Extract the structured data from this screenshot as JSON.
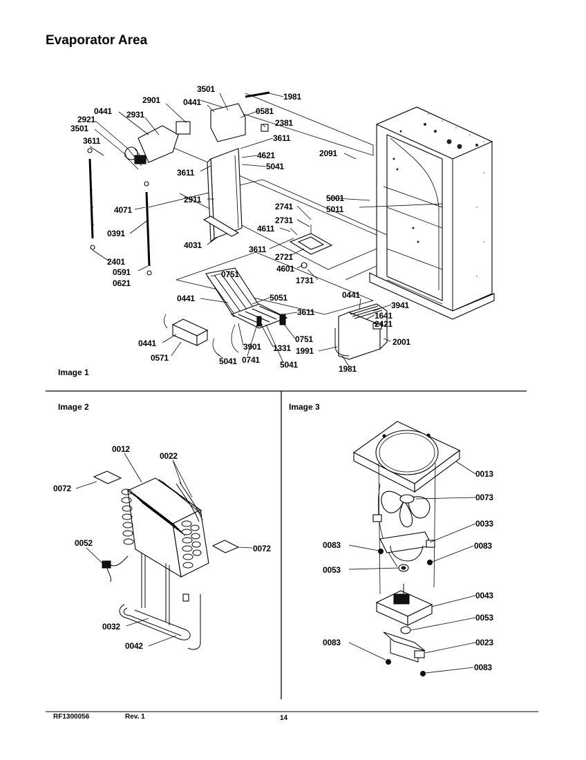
{
  "title": "Evaporator Area",
  "panels": {
    "image1": "Image 1",
    "image2": "Image 2",
    "image3": "Image 3"
  },
  "footer": {
    "doc_number": "RF1300056",
    "revision": "Rev. 1",
    "page_number": "14"
  },
  "image1_labels": [
    "3501",
    "1981",
    "0441",
    "0581",
    "2901",
    "2381",
    "0441",
    "2931",
    "2921",
    "3501",
    "3611",
    "3611",
    "2091",
    "4621",
    "5041",
    "3611",
    "5001",
    "5011",
    "4071",
    "2911",
    "2741",
    "2731",
    "4611",
    "0391",
    "3611",
    "2721",
    "4031",
    "4601",
    "2401",
    "0591",
    "0621",
    "1731",
    "0751",
    "5051",
    "0441",
    "3611",
    "0441",
    "3941",
    "1641",
    "2421",
    "0751",
    "2001",
    "0441",
    "3901",
    "1331",
    "1991",
    "0571",
    "5041",
    "0741",
    "5041",
    "1981"
  ],
  "image2_labels": [
    "0012",
    "0022",
    "0072",
    "0052",
    "0072",
    "0032",
    "0042"
  ],
  "image3_labels": [
    "0013",
    "0073",
    "0033",
    "0083",
    "0083",
    "0053",
    "0043",
    "0053",
    "0083",
    "0023",
    "0083"
  ]
}
